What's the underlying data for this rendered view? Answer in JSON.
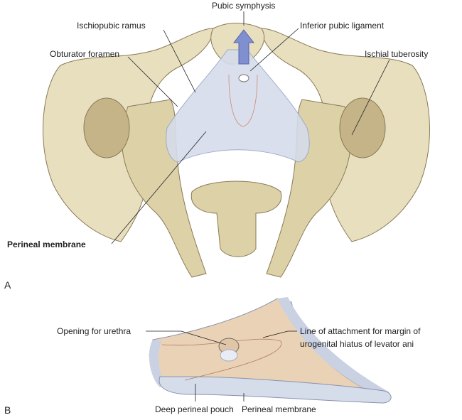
{
  "panel_a": {
    "letter": "A",
    "labels": {
      "pubic_symphysis": "Pubic symphysis",
      "ischiopubic_ramus": "Ischiopubic ramus",
      "inferior_pubic_ligament": "Inferior pubic ligament",
      "obturator_foramen": "Obturator foramen",
      "ischial_tuberosity": "Ischial tuberosity",
      "perineal_membrane": "Perineal membrane"
    }
  },
  "panel_b": {
    "letter": "B",
    "labels": {
      "opening_for_urethra": "Opening for urethra",
      "line_of_attachment_1": "Line of attachment for margin of",
      "line_of_attachment_2": "urogenital hiatus of levator ani",
      "deep_perineal_pouch": "Deep perineal pouch",
      "perineal_membrane": "Perineal membrane"
    }
  },
  "colors": {
    "bone": "#e8dfbf",
    "bone_shadow": "#c4b488",
    "membrane": "#d5dcea",
    "arrow": "#7f8fd0",
    "tissue": "#ead2b6"
  }
}
